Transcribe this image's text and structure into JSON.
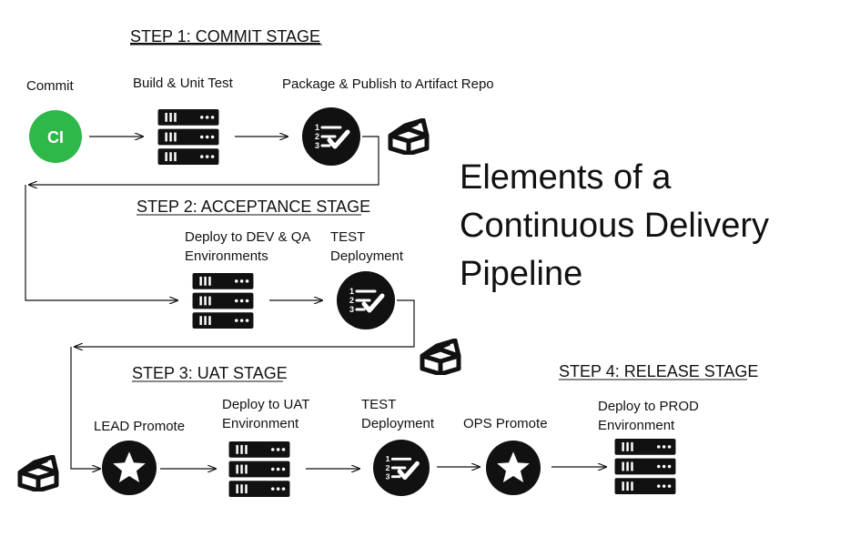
{
  "title_lines": [
    "Elements of a",
    "Continuous Delivery",
    "Pipeline"
  ],
  "stages": {
    "s1": "STEP 1: COMMIT STAGE",
    "s2": "STEP 2: ACCEPTANCE STAGE",
    "s3": "STEP 3: UAT STAGE",
    "s4": "STEP 4: RELEASE STAGE"
  },
  "labels": {
    "commit": "Commit",
    "ci": "CI",
    "build": "Build & Unit Test",
    "package": "Package & Publish to Artifact Repo",
    "deploy_dev_1": "Deploy to DEV & QA",
    "deploy_dev_2": "Environments",
    "test1_1": "TEST",
    "test1_2": "Deployment",
    "lead": "LEAD Promote",
    "uat_1": "Deploy to UAT",
    "uat_2": "Environment",
    "test2_1": "TEST",
    "test2_2": "Deployment",
    "ops": "OPS Promote",
    "prod_1": "Deploy to PROD",
    "prod_2": "Environment"
  },
  "colors": {
    "ci_green": "#2fb84a",
    "dark": "#111111"
  },
  "icons": [
    "ci-icon",
    "server-icon",
    "checklist-icon",
    "package-icon",
    "star-icon"
  ]
}
